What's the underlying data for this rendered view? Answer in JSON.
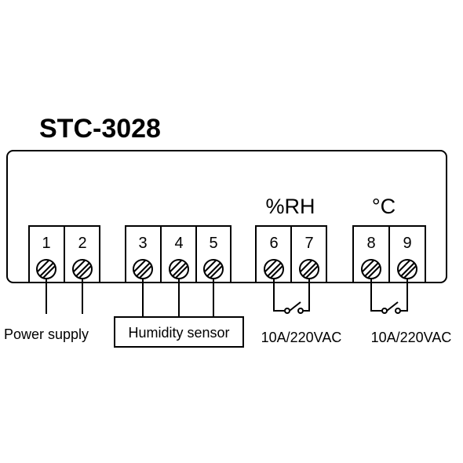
{
  "title": "STC-3028",
  "relay_headers": {
    "humidity": "%RH",
    "temperature": "°C"
  },
  "terminals": [
    "1",
    "2",
    "3",
    "4",
    "5",
    "6",
    "7",
    "8",
    "9"
  ],
  "labels": {
    "power": "Power supply",
    "sensor": "Humidity sensor",
    "relay_rh": "10A/220VAC",
    "relay_temp": "10A/220VAC"
  }
}
